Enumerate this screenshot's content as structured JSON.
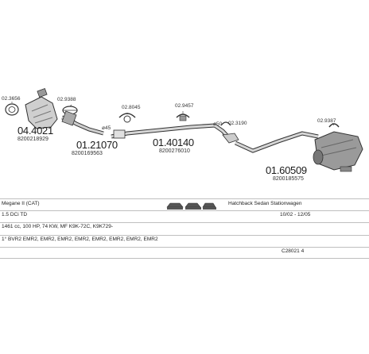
{
  "parts": [
    {
      "code": "04.4021",
      "oem": "8200218929",
      "ref": "02.3656"
    },
    {
      "code": "01.21070",
      "oem": "8200169563",
      "ref": "02.9388"
    },
    {
      "code": "01.40140",
      "oem": "8200276010",
      "ref_left": "02.8045",
      "ref_right": "02.9457"
    },
    {
      "code": "01.60509",
      "oem": "8200185575",
      "ref": "02.9387"
    }
  ],
  "diameters": {
    "d1": "ø45",
    "d2": "ø50",
    "d3": "02.3190"
  },
  "info": {
    "model": "Megane II (CAT)",
    "body_types": "Hatchback Sedan Stationwagen",
    "engine": "1.5 DCi TD",
    "years": "10/02 - 12/05",
    "spec": "1461 cc, 100 HP, 74 KW, MF K9K-72C, K9K729-",
    "gearbox": "1° BVR2 EMR2, EMR2, EMR2, EMR2, EMR2, EMR2, EMR2, EMR2",
    "catalog": "C28021 4"
  },
  "colors": {
    "line": "#333333",
    "fill": "#bdbdbd",
    "dark": "#555555"
  }
}
